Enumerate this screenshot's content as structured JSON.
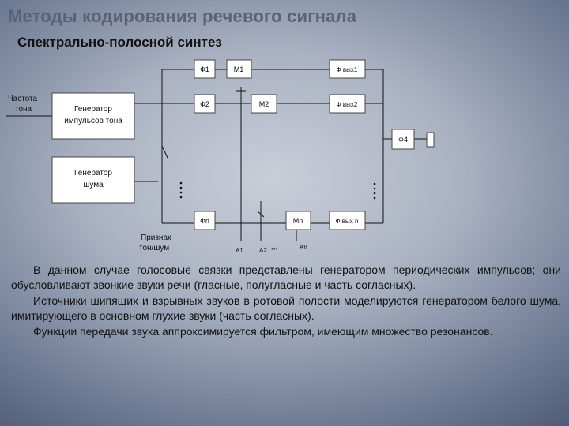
{
  "slide": {
    "title": "Методы кодирования речевого сигнала",
    "subtitle": "Спектрально-полосной синтез"
  },
  "diagram": {
    "boxes": {
      "f1": "Ф1",
      "m1": "М1",
      "fout1": "Ф вых1",
      "f2": "Ф2",
      "m2": "М2",
      "fout2": "Ф вых2",
      "f4": "Ф4",
      "fn": "Фn",
      "mn": "Мn",
      "foutn": "Ф вых n",
      "gen_tone": [
        "Генератор",
        "импульсов тона"
      ],
      "gen_noise": [
        "Генератор",
        "шума"
      ]
    },
    "labels": {
      "freq_tone": [
        "Частота",
        "тона"
      ],
      "sign": [
        "Признак",
        "тон/шум"
      ],
      "a1": "А1",
      "a2": "А2",
      "an": "Аn",
      "ellipsis": "•••"
    }
  },
  "text": {
    "p1": "В данном случае голосовые связки представлены генератором периодических импульсов; они обусловливают звонкие звуки речи (гласные, полугласные и часть согласных).",
    "p2": "Источники шипящих и взрывных звуков в ротовой полости моделируются генератором белого шума, имитирующего в основном глухие звуки (часть согласных).",
    "p3": "Функции передачи звука аппроксимируется фильтром, имеющим множество резонансов."
  }
}
